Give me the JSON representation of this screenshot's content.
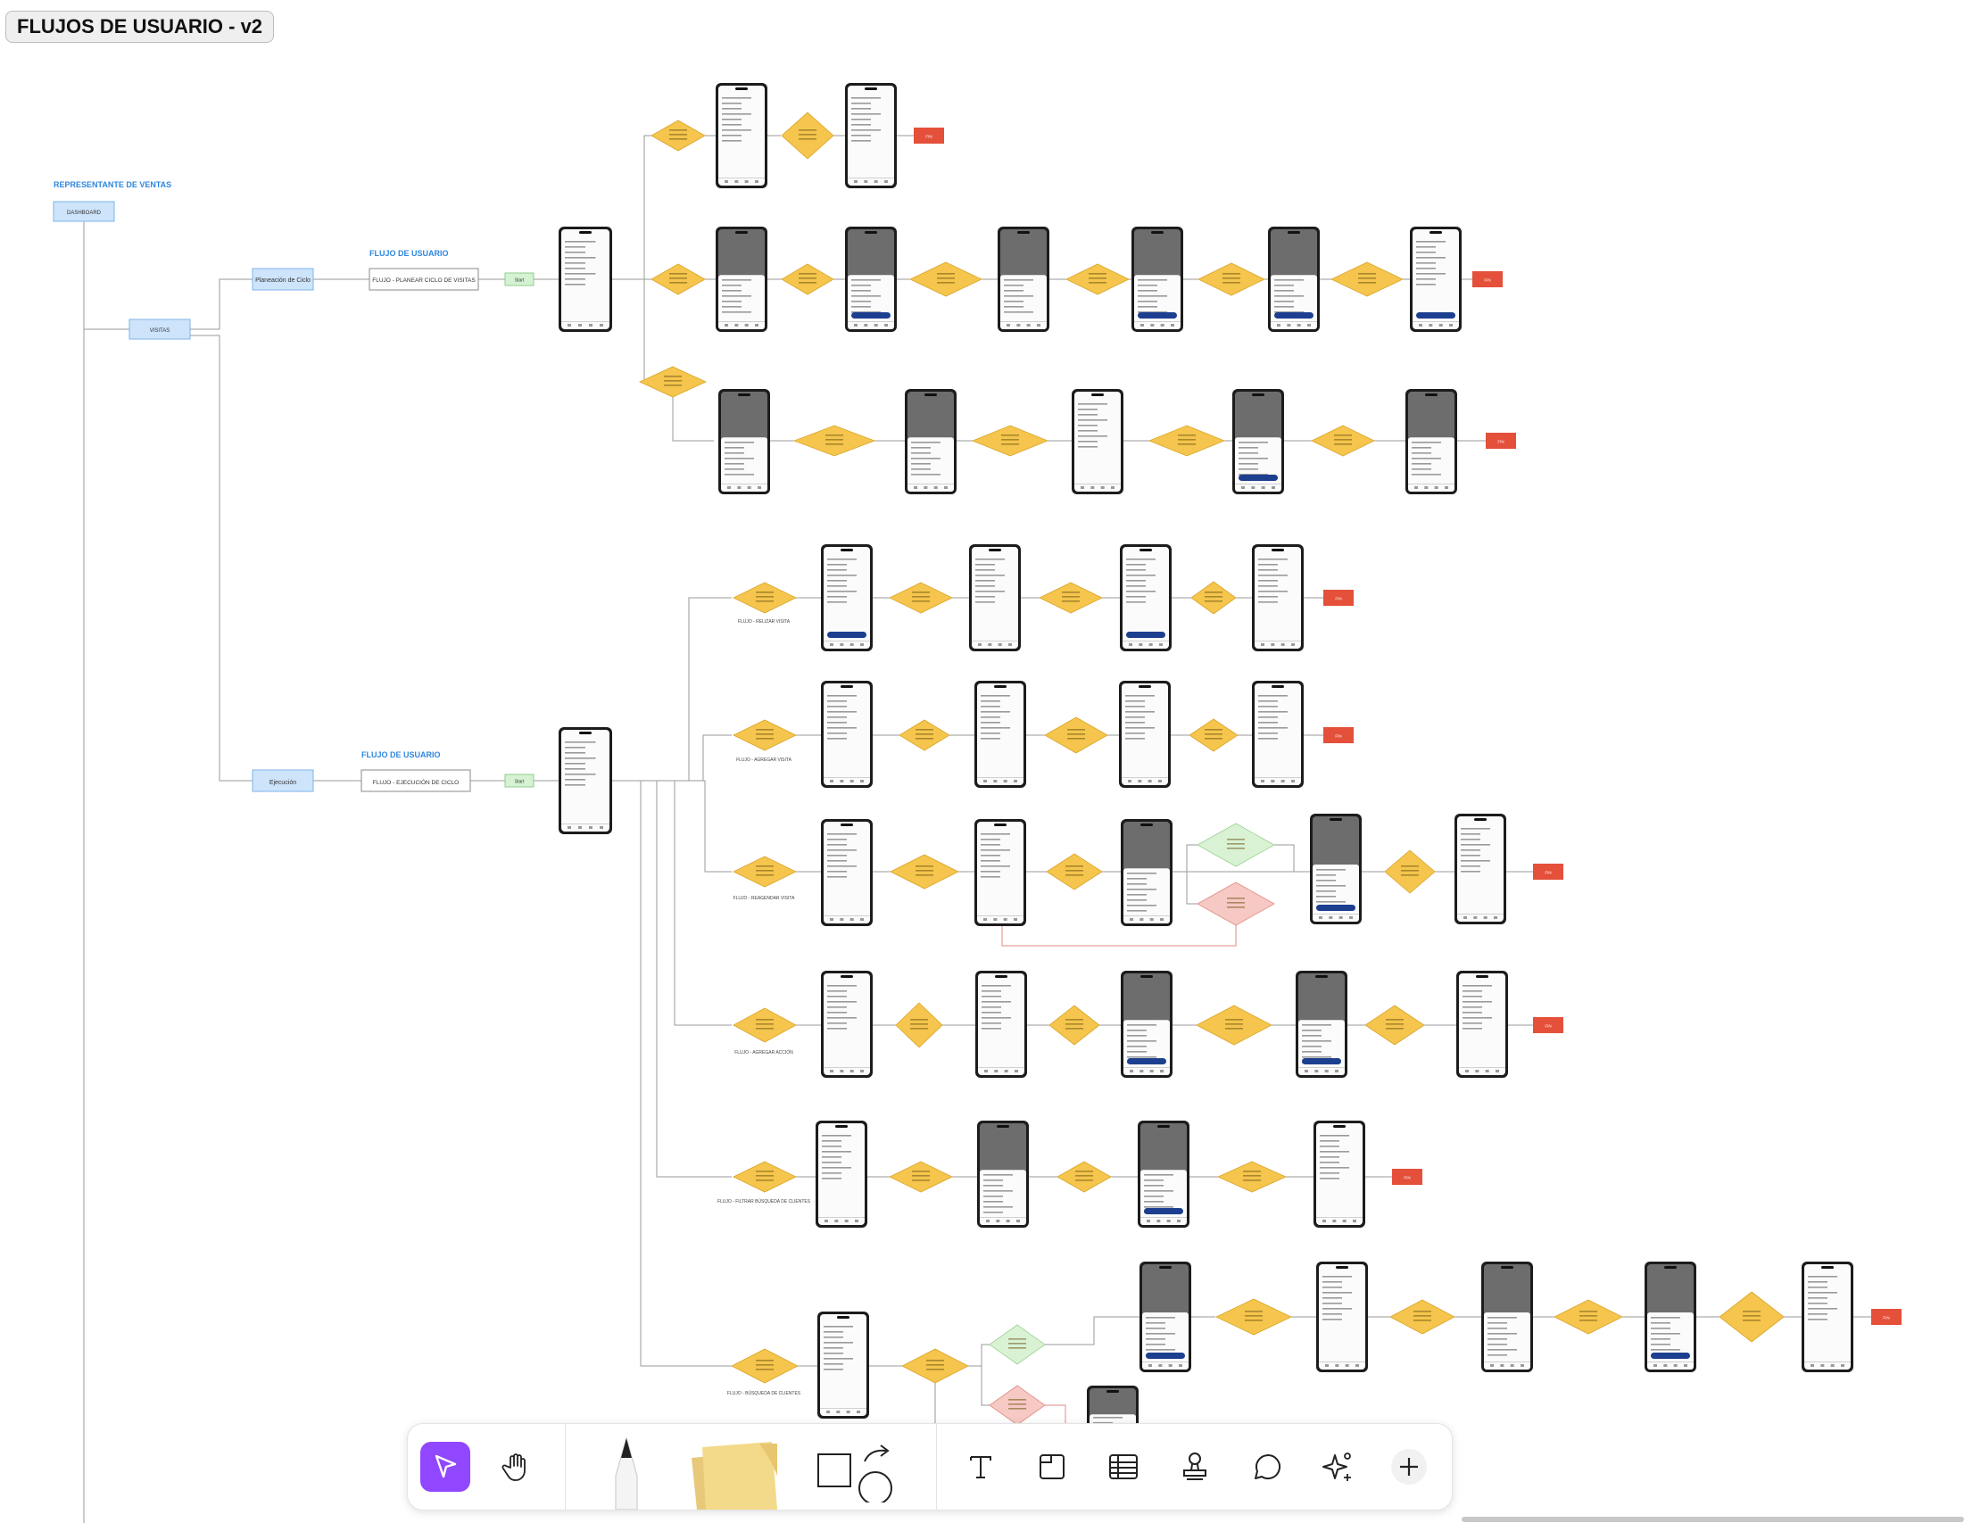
{
  "board": {
    "title": "FLUJOS DE USUARIO - v2"
  },
  "labels": {
    "role": "REPRESENTANTE DE VENTAS",
    "dashboard": "DASHBOARD",
    "visitas": "VISITAS",
    "planeacion": "Planeación de Ciclo",
    "ejecucion": "Ejecución",
    "flujo_title_1": "FLUJO DE USUARIO",
    "flujo_title_2": "FLUJO DE USUARIO",
    "flujo_planear": "FLUJO - PLANEAR CICLO DE VISITAS",
    "flujo_ejecucion": "FLUJO - EJECUCIÓN DE CICLO",
    "start": "Start",
    "fin": "FIN"
  },
  "row_captions": [
    "FLUJO - RELIZAR VISITA",
    "FLUJO - AGREGAR VISITA",
    "FLUJO - REAGENDAR VISITA",
    "FLUJO - AGREGAR ACCIÓN",
    "FLUJO - FILTRAR BÚSQUEDA DE CLIENTES",
    "FLUJO - BÚSQUEDA DE CLIENTES"
  ],
  "toolbar": {
    "tools": [
      {
        "icon": "pointer-icon",
        "active": true
      },
      {
        "icon": "hand-icon",
        "active": false
      },
      {
        "icon": "pen-icon",
        "active": false
      },
      {
        "icon": "sticky-note-icon",
        "active": false
      },
      {
        "icon": "shapes-icon",
        "active": false
      },
      {
        "icon": "text-icon",
        "active": false
      },
      {
        "icon": "section-icon",
        "active": false
      },
      {
        "icon": "table-icon",
        "active": false
      },
      {
        "icon": "stamp-icon",
        "active": false
      },
      {
        "icon": "comment-icon",
        "active": false
      },
      {
        "icon": "ai-sparkle-icon",
        "active": false
      },
      {
        "icon": "add-icon",
        "active": false
      }
    ]
  },
  "colors": {
    "decision": "#f5c54d",
    "decision_stroke": "#d9a52b",
    "end": "#e4503a",
    "start": "#d5f2d3",
    "blue_box": "#cde4fb",
    "blue_stroke": "#7fb3ea",
    "blue_text": "#2e86de",
    "green_decision": "#d9f2d4",
    "red_decision": "#f6c9c4",
    "phone": "#1c1c1c",
    "accent": "#9146ff"
  }
}
